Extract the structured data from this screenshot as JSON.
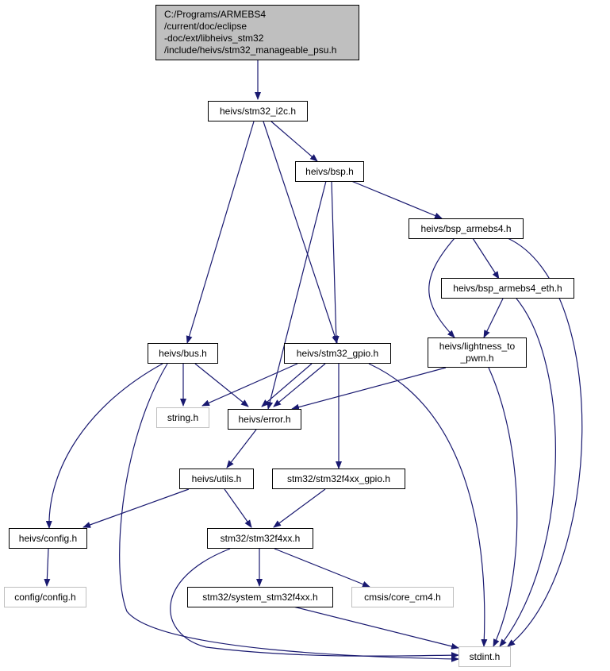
{
  "graph": {
    "root": {
      "lines": [
        "C:/Programs/ARMEBS4",
        "/current/doc/eclipse",
        "-doc/ext/libheivs_stm32",
        "/include/heivs/stm32_manageable_psu.h"
      ]
    },
    "nodes": {
      "i2c": "heivs/stm32_i2c.h",
      "bsp": "heivs/bsp.h",
      "bsp_armebs4": "heivs/bsp_armebs4.h",
      "bsp_armebs4_eth": "heivs/bsp_armebs4_eth.h",
      "lightness_1": "heivs/lightness_to",
      "lightness_2": "_pwm.h",
      "bus": "heivs/bus.h",
      "gpio": "heivs/stm32_gpio.h",
      "string": "string.h",
      "error": "heivs/error.h",
      "utils": "heivs/utils.h",
      "f4xx_gpio": "stm32/stm32f4xx_gpio.h",
      "config": "heivs/config.h",
      "f4xx": "stm32/stm32f4xx.h",
      "config_config": "config/config.h",
      "system_f4xx": "stm32/system_stm32f4xx.h",
      "core_cm4": "cmsis/core_cm4.h",
      "stdint": "stdint.h"
    },
    "colors": {
      "edge": "#191970",
      "node_border": "#000000",
      "missing_border": "#bfbfbf",
      "root_fill": "#bfbfbf"
    }
  }
}
